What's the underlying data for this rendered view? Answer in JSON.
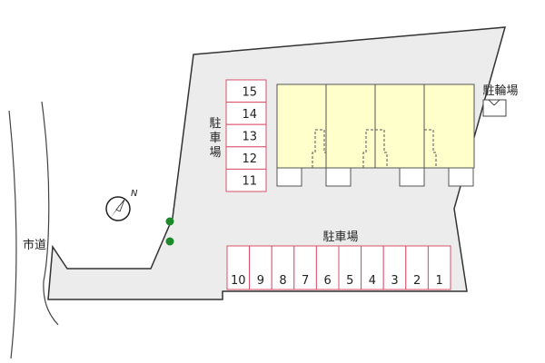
{
  "map": {
    "colors": {
      "lot": "#ececec",
      "lot_outline": "#333333",
      "building": "#ffffcc",
      "building_outline": "#555555",
      "stall_fill": "#ffffff",
      "stall_outline": "#d9506a",
      "tree": "#1a8a2a",
      "road_line": "#444444"
    },
    "road_label": "市道",
    "parking_top_label": [
      "駐",
      "車",
      "場"
    ],
    "parking_bottom_label": "駐車場",
    "bicycle_label": "駐輪場",
    "north_label": "N",
    "parking_top_stalls": [
      "15",
      "14",
      "13",
      "12",
      "11"
    ],
    "parking_bottom_stalls": [
      "10",
      "9",
      "8",
      "7",
      "6",
      "5",
      "4",
      "3",
      "2",
      "1"
    ],
    "building_units": 4,
    "trees": 2
  }
}
